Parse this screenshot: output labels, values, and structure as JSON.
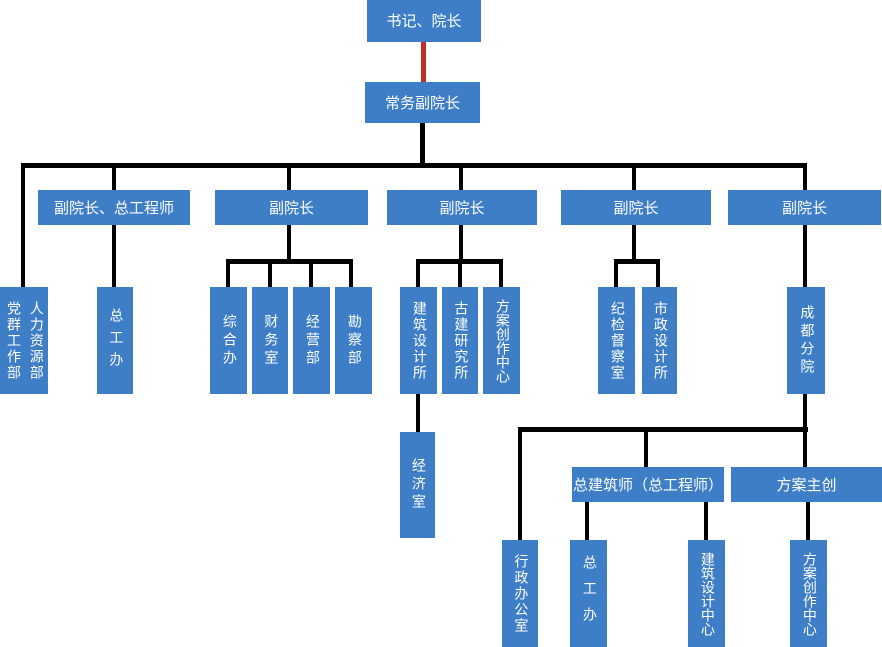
{
  "diagram": {
    "type": "org-chart",
    "colors": {
      "node_fill": "#3e7ec6",
      "node_text": "#ffffff",
      "connector": "#000000",
      "top_connector": "#bf3028",
      "background": "#ffffff"
    },
    "nodes": {
      "secretary_dean": "书记、院长",
      "exec_vice_dean": "常务副院长",
      "vice_dean_chief_engineer": "副院长、总工程师",
      "vice_dean_1": "副院长",
      "vice_dean_2": "副院长",
      "vice_dean_3": "副院长",
      "vice_dean_4": "副院长",
      "party_mass_dept": "党群工作部",
      "hr_dept": "人力资源部",
      "chief_engineer_office": "总工办",
      "general_affairs_office": "综合办",
      "finance_office": "财务室",
      "business_dept": "经营部",
      "survey_dept": "勘察部",
      "architectural_design_institute": "建筑设计所",
      "ancient_architecture_institute": "古建研究所",
      "scheme_creation_center": "方案创作中心",
      "economy_office": "经济室",
      "discipline_inspection_office": "纪检督察室",
      "municipal_design_institute": "市政设计所",
      "chengdu_branch": "成都分院",
      "chief_architect": "总建筑师（总工程师）",
      "scheme_lead": "方案主创",
      "admin_office": "行政办公室",
      "chengdu_chief_engineer_office": "总工办",
      "architectural_design_center": "建筑设计中心",
      "chengdu_scheme_creation_center": "方案创作中心"
    },
    "edges": [
      {
        "from": "secretary_dean",
        "to": "exec_vice_dean",
        "style": "red"
      },
      {
        "from": "exec_vice_dean",
        "to": "vice_dean_chief_engineer"
      },
      {
        "from": "exec_vice_dean",
        "to": "vice_dean_1"
      },
      {
        "from": "exec_vice_dean",
        "to": "vice_dean_2"
      },
      {
        "from": "exec_vice_dean",
        "to": "vice_dean_3"
      },
      {
        "from": "exec_vice_dean",
        "to": "vice_dean_4"
      },
      {
        "from": "exec_vice_dean",
        "to": "party_mass_dept_hr_dept"
      },
      {
        "from": "vice_dean_chief_engineer",
        "to": "chief_engineer_office"
      },
      {
        "from": "vice_dean_1",
        "to": "general_affairs_office"
      },
      {
        "from": "vice_dean_1",
        "to": "finance_office"
      },
      {
        "from": "vice_dean_1",
        "to": "business_dept"
      },
      {
        "from": "vice_dean_1",
        "to": "survey_dept"
      },
      {
        "from": "vice_dean_2",
        "to": "architectural_design_institute"
      },
      {
        "from": "vice_dean_2",
        "to": "ancient_architecture_institute"
      },
      {
        "from": "vice_dean_2",
        "to": "scheme_creation_center"
      },
      {
        "from": "architectural_design_institute",
        "to": "economy_office"
      },
      {
        "from": "vice_dean_3",
        "to": "discipline_inspection_office"
      },
      {
        "from": "vice_dean_3",
        "to": "municipal_design_institute"
      },
      {
        "from": "vice_dean_4",
        "to": "chengdu_branch"
      },
      {
        "from": "chengdu_branch",
        "to": "admin_office"
      },
      {
        "from": "chengdu_branch",
        "to": "chief_architect"
      },
      {
        "from": "chengdu_branch",
        "to": "scheme_lead"
      },
      {
        "from": "chief_architect",
        "to": "chengdu_chief_engineer_office"
      },
      {
        "from": "chief_architect",
        "to": "architectural_design_center"
      },
      {
        "from": "scheme_lead",
        "to": "chengdu_scheme_creation_center"
      }
    ]
  }
}
